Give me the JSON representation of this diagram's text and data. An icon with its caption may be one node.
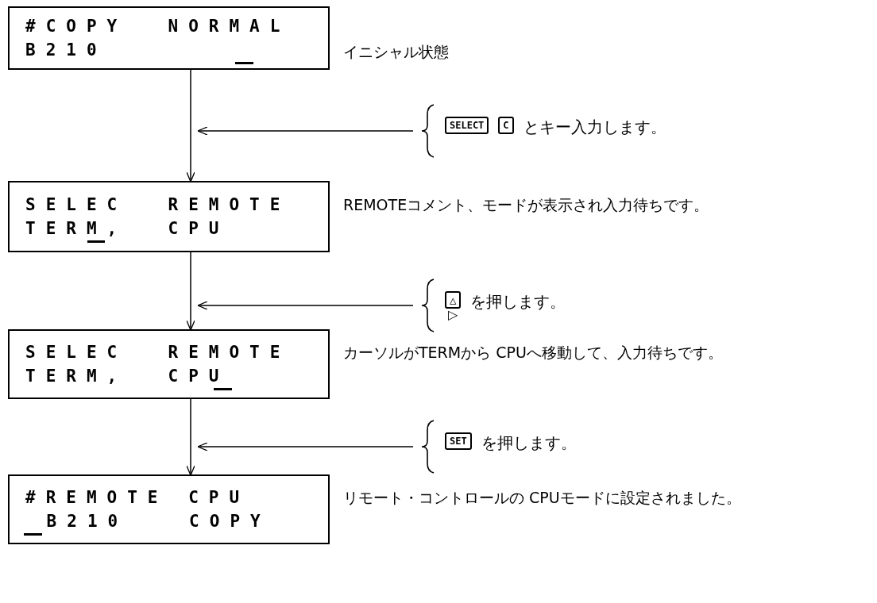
{
  "diagram": {
    "nodes": [
      {
        "text": [
          "#COPY  NORMAL",
          "B210"
        ],
        "beside": [
          "イニシャル状態"
        ]
      },
      {
        "text": [
          "SELECT",
          "C",
          "とキー入力します。"
        ]
      },
      {
        "text": [
          "SELEC  REMOTE",
          "TERM,  CPU"
        ],
        "beside": [
          "REMOTEコメント、モードが表示され入力待ちです。"
        ]
      },
      {
        "text": [
          "△",
          "▷",
          "を押します。"
        ]
      },
      {
        "text": [
          "SELEC  REMOTE",
          "TERM,  CPU"
        ],
        "beside": [
          "カーソルがTERMから CPUへ移動して、入力待ちです。"
        ]
      },
      {
        "text": [
          "SET",
          "を押します。"
        ]
      },
      {
        "text": [
          "#REMOTE CPU",
          "B210   COPY"
        ],
        "beside": [
          "リモート・コントロールの CPUモードに設定されました。"
        ]
      }
    ],
    "edges": [
      {
        "from": 0,
        "to": 2,
        "arrow": "to"
      },
      {
        "from": 1,
        "to": null,
        "arrow": "to"
      },
      {
        "from": 2,
        "to": 4,
        "arrow": "to"
      },
      {
        "from": 3,
        "to": null,
        "arrow": "to"
      },
      {
        "from": 4,
        "to": 6,
        "arrow": "to"
      },
      {
        "from": 5,
        "to": null,
        "arrow": "to"
      }
    ]
  }
}
